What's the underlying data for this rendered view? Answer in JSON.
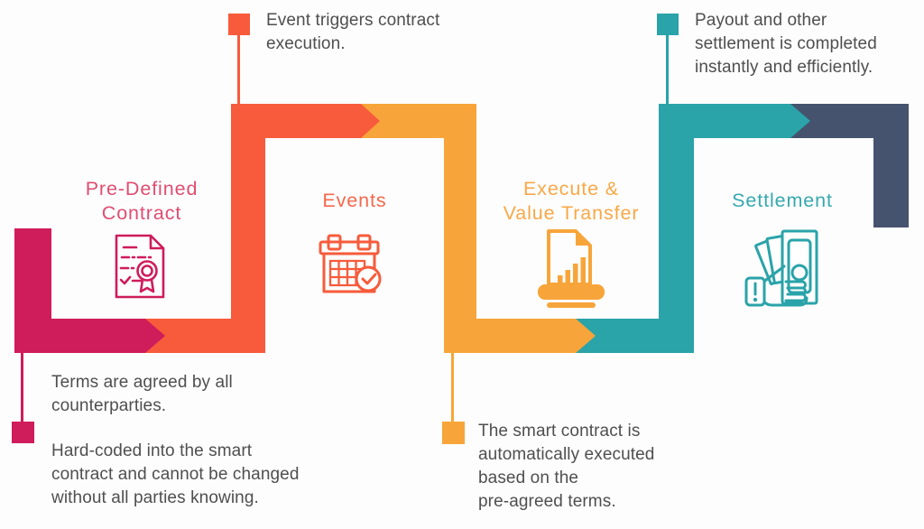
{
  "colors": {
    "crimson": "#CF1C5B",
    "pink_label": "#E14D71",
    "tomato": "#F75B3B",
    "tomato_label": "#F7684B",
    "amber": "#F7A53A",
    "amber_label": "#F9A846",
    "teal": "#2AA3A9",
    "teal_label": "#35A9AE",
    "navy": "#46536E",
    "text_gray": "#4F4F4F",
    "bg": "#FDFDFE"
  },
  "stages": [
    {
      "id": "predefined",
      "title": "Pre-Defined\nContract",
      "icon": "contract-certificate-icon",
      "color": "#CF1C5B"
    },
    {
      "id": "events",
      "title": "Events",
      "icon": "calendar-check-icon",
      "color": "#F75B3B"
    },
    {
      "id": "execute",
      "title": "Execute &\nValue Transfer",
      "icon": "document-chart-tray-icon",
      "color": "#F7A53A"
    },
    {
      "id": "settlement",
      "title": "Settlement",
      "icon": "hand-holding-money-icon",
      "color": "#2AA3A9"
    }
  ],
  "callouts": {
    "events_trigger": "Event triggers contract\nexecution.",
    "settlement_payout": "Payout and other\nsettlement is completed\ninstantly and efficiently.",
    "predefined_terms": "Terms are agreed by all\ncounterparties.",
    "predefined_hardcoded": "Hard-coded into the smart\ncontract and cannot be changed\nwithout all parties knowing.",
    "execute_auto": "The smart contract is\nautomatically executed\nbased on the\npre-agreed terms."
  }
}
